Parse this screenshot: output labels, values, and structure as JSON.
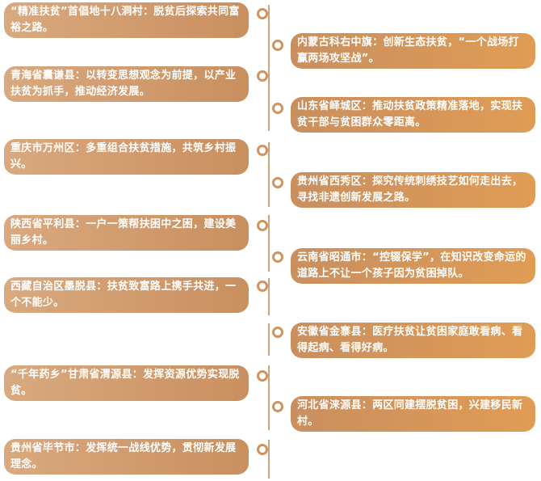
{
  "timeline": {
    "left": [
      "“精准扶贫”首倡地十八洞村：脱贫后探索共同富裕之路。",
      "青海省囊谦县：以转变思想观念为前提，以产业扶贫为抓手，推动经济发展。",
      "重庆市万州区：多重组合扶贫措施，共筑乡村振兴。",
      "陕西省平利县：一户一策帮扶困中之困，建设美丽乡村。",
      "西藏自治区墨脱县：扶贫致富路上携手共进，一个不能少。",
      "“千年药乡”甘肃省渭源县：发挥资源优势实现脱贫。",
      "贵州省毕节市：发挥统一战线优势，贯彻新发展理念。"
    ],
    "right": [
      "内蒙古科右中旗：创新生态扶贫，“一个战场打赢两场攻坚战”。",
      "山东省峄城区：推动扶贫政策精准落地，实现扶贫干部与贫困群众零距离。",
      "贵州省西秀区：探究传统刺绣技艺如何走出去，寻找非遗创新发展之路。",
      "云南省昭通市：“控辍保学”，在知识改变命运的道路上不让一个孩子因为贫困掉队。",
      "安徽省金寨县：医疗扶贫让贫困家庭敢看病、看得起病、看得好病。",
      "河北省涞源县：两区同建摆脱贫困，兴建移民新村。"
    ]
  }
}
